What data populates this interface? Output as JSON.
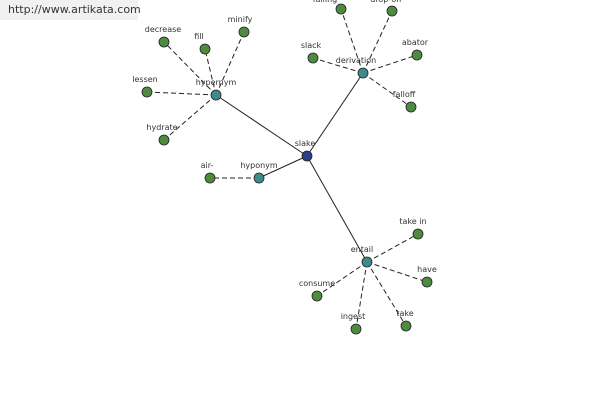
{
  "url": "http://www.artikata.com",
  "colors": {
    "center": "#2c3e8a",
    "relation": "#3f8a8c",
    "word": "#4e8b3f"
  },
  "center": {
    "id": "slake",
    "label": "slake"
  },
  "relations": [
    {
      "id": "hypernym",
      "label": "hypernym"
    },
    {
      "id": "derivation",
      "label": "derivation"
    },
    {
      "id": "hyponym",
      "label": "hyponym"
    },
    {
      "id": "entail",
      "label": "entail"
    }
  ],
  "words": [
    {
      "id": "decrease",
      "label": "decrease",
      "relation": "hypernym"
    },
    {
      "id": "fill",
      "label": "fill",
      "relation": "hypernym"
    },
    {
      "id": "minify",
      "label": "minify",
      "relation": "hypernym"
    },
    {
      "id": "lessen",
      "label": "lessen",
      "relation": "hypernym"
    },
    {
      "id": "hydrate",
      "label": "hydrate",
      "relation": "hypernym"
    },
    {
      "id": "falling",
      "label": "falling",
      "relation": "derivation"
    },
    {
      "id": "drop-off",
      "label": "drop-off",
      "relation": "derivation"
    },
    {
      "id": "slack",
      "label": "slack",
      "relation": "derivation"
    },
    {
      "id": "abator",
      "label": "abator",
      "relation": "derivation"
    },
    {
      "id": "falloff",
      "label": "falloff",
      "relation": "derivation"
    },
    {
      "id": "air-",
      "label": "air-",
      "relation": "hyponym"
    },
    {
      "id": "take-in",
      "label": "take in",
      "relation": "entail"
    },
    {
      "id": "have",
      "label": "have",
      "relation": "entail"
    },
    {
      "id": "consume",
      "label": "consume",
      "relation": "entail"
    },
    {
      "id": "ingest",
      "label": "ingest",
      "relation": "entail"
    },
    {
      "id": "take",
      "label": "take",
      "relation": "entail"
    }
  ]
}
